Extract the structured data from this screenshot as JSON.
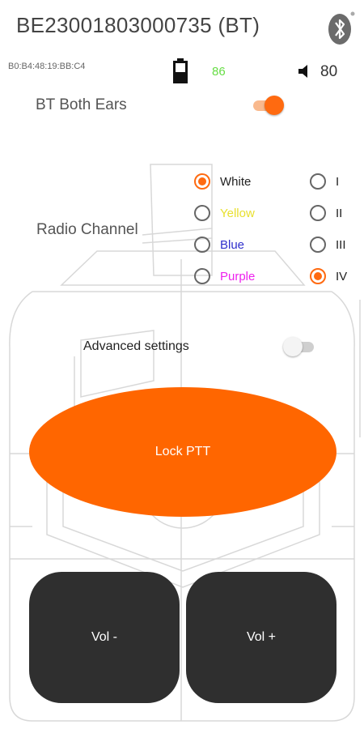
{
  "header": {
    "device_title": "BE23001803000735 (BT)",
    "mac_address": "B0:B4:48:19:BB:C4",
    "bluetooth_icon": "bluetooth-icon"
  },
  "status": {
    "battery": "86",
    "battery_color": "#66dd44",
    "volume": "80"
  },
  "settings": {
    "both_ears_label": "BT Both Ears",
    "both_ears_enabled": true,
    "radio_channel_label": "Radio Channel",
    "color_options": [
      {
        "label": "White",
        "color": "#222222",
        "selected": true
      },
      {
        "label": "Yellow",
        "color": "#e8e030",
        "selected": false
      },
      {
        "label": "Blue",
        "color": "#3030cc",
        "selected": false
      },
      {
        "label": "Purple",
        "color": "#ee22ee",
        "selected": false
      }
    ],
    "numeral_options": [
      {
        "label": "I",
        "selected": false
      },
      {
        "label": "II",
        "selected": false
      },
      {
        "label": "III",
        "selected": false
      },
      {
        "label": "IV",
        "selected": true
      }
    ],
    "advanced_label": "Advanced settings",
    "advanced_enabled": false
  },
  "controls": {
    "lock_ptt": "Lock PTT",
    "vol_minus": "Vol -",
    "vol_plus": "Vol +"
  },
  "accent_color": "#ff6600"
}
